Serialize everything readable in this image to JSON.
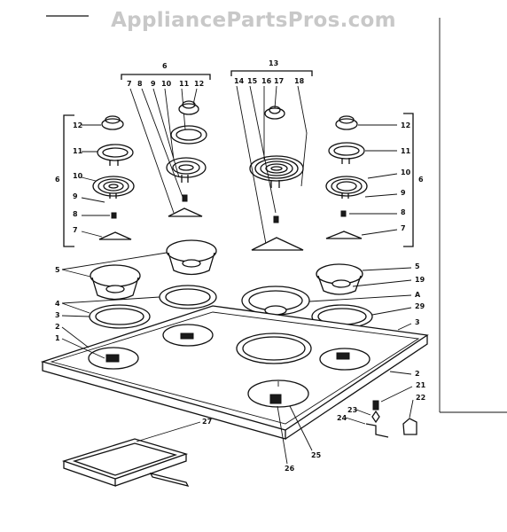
{
  "watermark": "AppliancePartsPros.com",
  "callouts": {
    "c1": "1",
    "c2": "2",
    "c2b": "2",
    "c3": "3",
    "c3b": "3",
    "c4": "4",
    "c5": "5",
    "c5b": "5",
    "c6": "6",
    "c6b": "6",
    "c6c": "6",
    "c7": "7",
    "c7b": "7",
    "c7c": "7",
    "c8": "8",
    "c8b": "8",
    "c8c": "8",
    "c9": "9",
    "c9b": "9",
    "c9c": "9",
    "c10": "10",
    "c10b": "10",
    "c10c": "10",
    "c11": "11",
    "c11b": "11",
    "c11c": "11",
    "c12": "12",
    "c12b": "12",
    "c12c": "12",
    "c13": "13",
    "c14": "14",
    "c15": "15",
    "c16": "16",
    "c17": "17",
    "c18": "18",
    "c19": "19",
    "cA": "A",
    "c21": "21",
    "c22": "22",
    "c23": "23",
    "c24": "24",
    "c25": "25",
    "c26": "26",
    "c27": "27",
    "c29": "29"
  }
}
